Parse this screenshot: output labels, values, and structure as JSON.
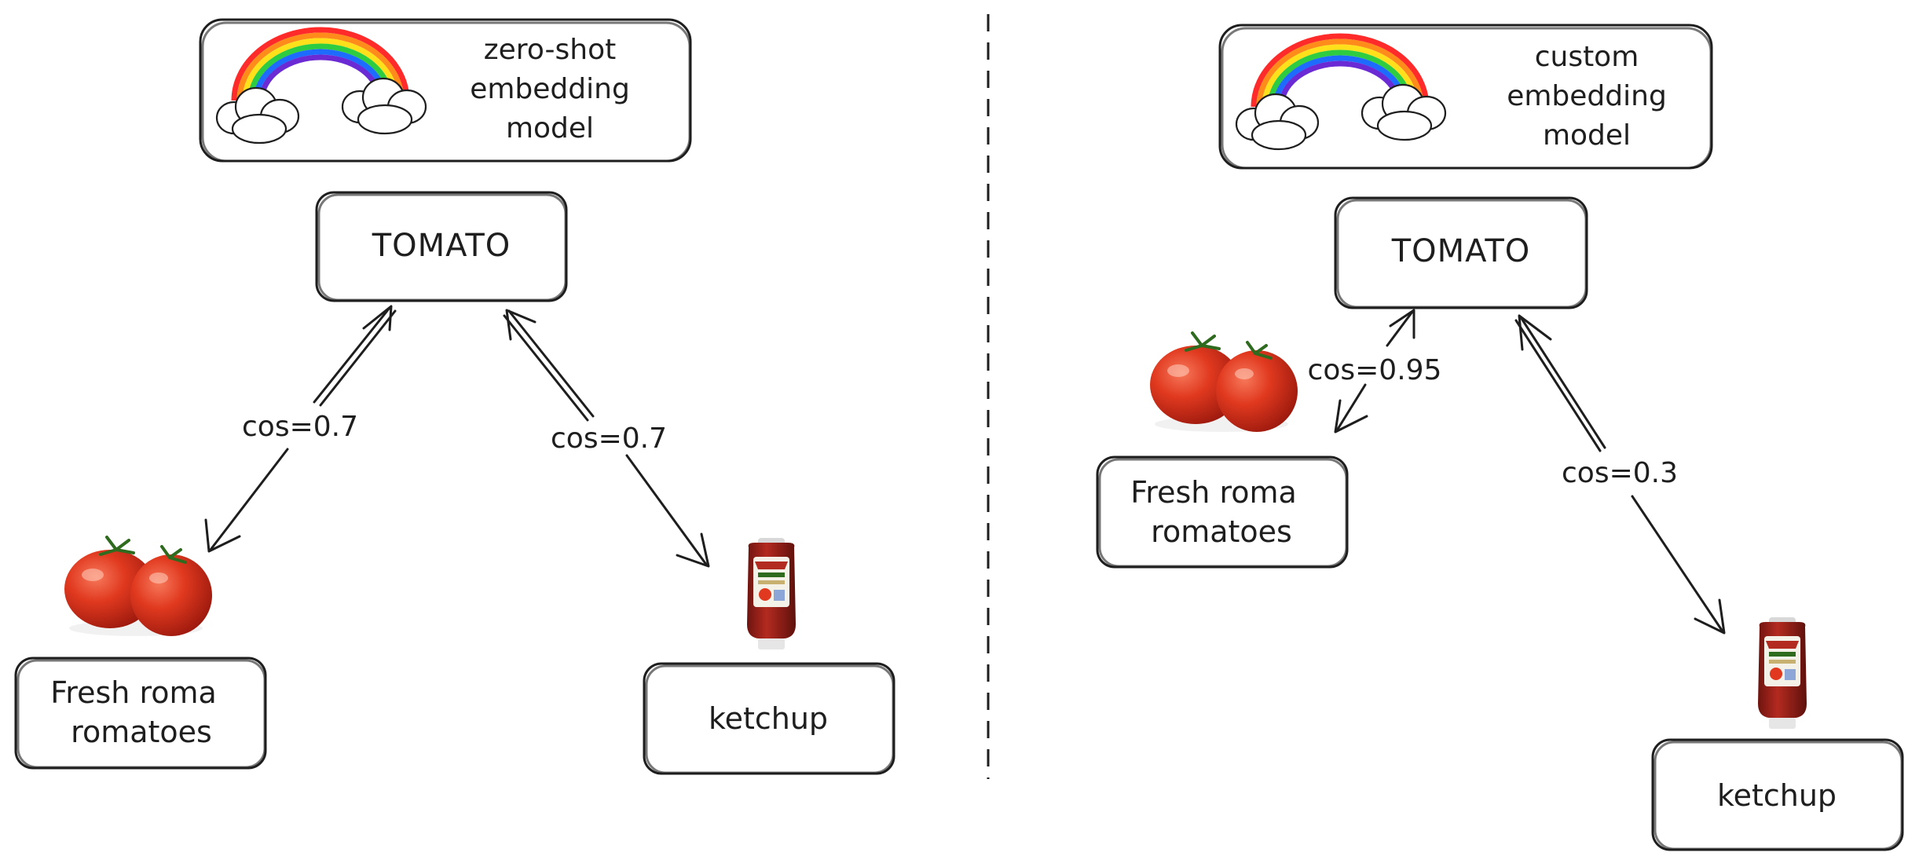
{
  "left_panel": {
    "model_label": [
      "zero-shot",
      "embedding",
      "model"
    ],
    "query": "TOMATO",
    "docs": [
      {
        "label": [
          "Fresh roma",
          "romatoes"
        ],
        "image": "tomatoes-photo"
      },
      {
        "label": [
          "ketchup"
        ],
        "image": "ketchup-bottle-photo"
      }
    ],
    "similarities": [
      "cos=0.7",
      "cos=0.7"
    ]
  },
  "right_panel": {
    "model_label": [
      "custom",
      "embedding",
      "model"
    ],
    "query": "TOMATO",
    "docs": [
      {
        "label": [
          "Fresh roma",
          "romatoes"
        ],
        "image": "tomatoes-photo"
      },
      {
        "label": [
          "ketchup"
        ],
        "image": "ketchup-bottle-photo"
      }
    ],
    "similarities": [
      "cos=0.95",
      "cos=0.3"
    ]
  },
  "colors": {
    "ink": "#1e1e1e",
    "model_fill": "#fdeef0",
    "query_fill": "#fdfbe6",
    "doc_fill": "#fdeef0",
    "hatch_pink": "#f4c7cf",
    "hatch_yellow": "#f3e8a8",
    "tomato_red": "#d8321e",
    "ketchup_red": "#a3241c"
  }
}
